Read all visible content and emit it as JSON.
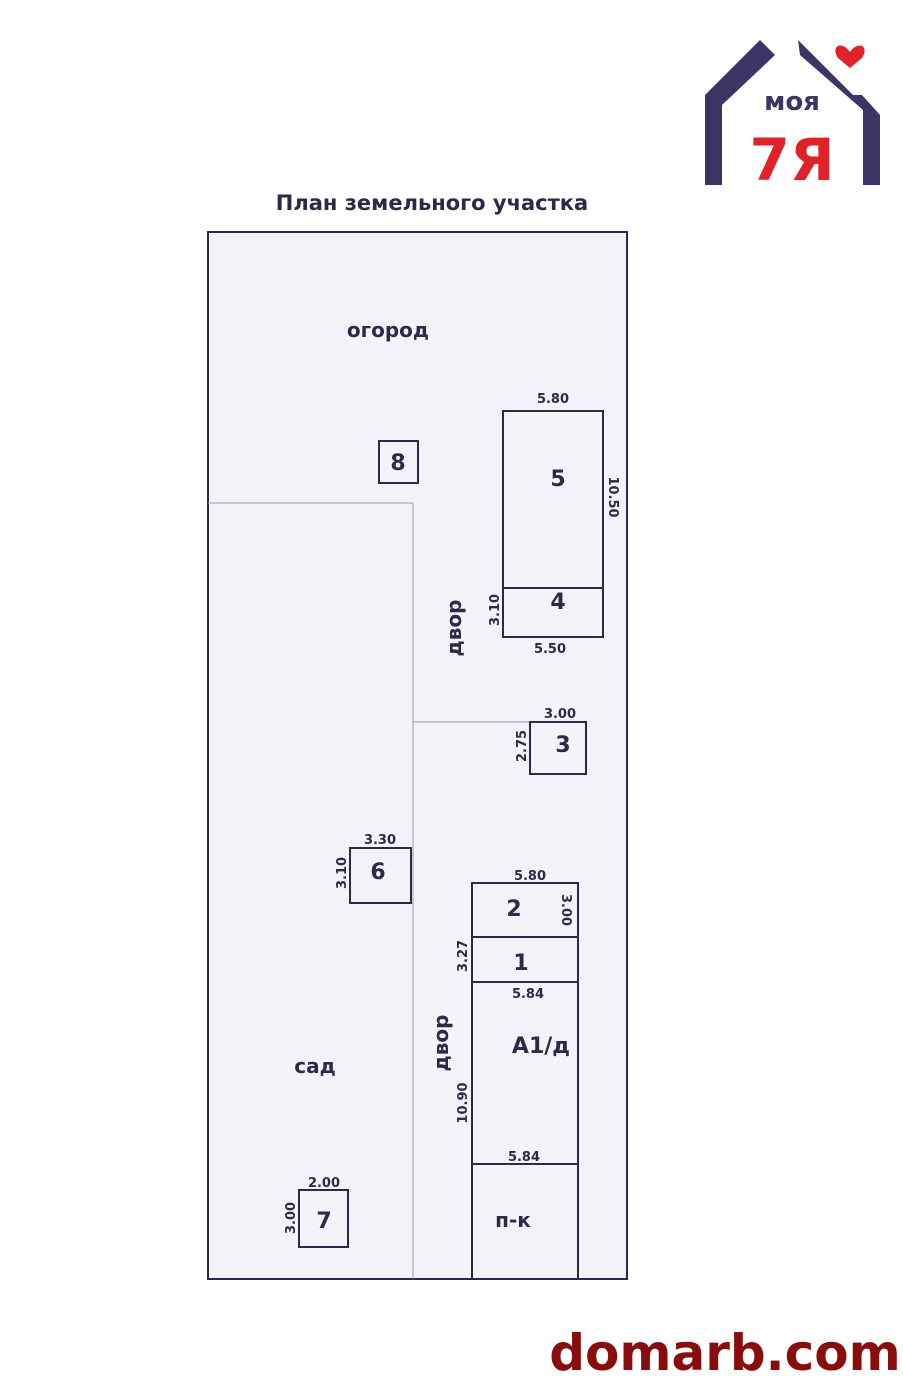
{
  "logo": {
    "text_top": "моя",
    "text_bottom": "7Я",
    "colors": {
      "house": "#3b3566",
      "accent": "#e0232b"
    }
  },
  "title": "План земельного участка",
  "zones": {
    "garden_vegetable": "огород",
    "orchard": "сад",
    "yard_upper": "двор",
    "yard_lower": "двор"
  },
  "buildings": {
    "b8": {
      "label": "8"
    },
    "b5": {
      "label": "5",
      "width": "5.80",
      "length": "10.50"
    },
    "b4": {
      "label": "4",
      "side": "3.10",
      "bottom": "5.50"
    },
    "b3": {
      "label": "3",
      "width": "3.00",
      "side": "2.75"
    },
    "b6": {
      "label": "6",
      "width": "3.30",
      "side": "3.10"
    },
    "b2": {
      "label": "2",
      "width": "5.80",
      "side": "3.00"
    },
    "b1": {
      "label": "1",
      "side": "3.27",
      "bottom": "5.84"
    },
    "a1": {
      "label": "А1/д",
      "side": "10.90",
      "bottom": "5.84"
    },
    "pk": {
      "label": "п-к"
    },
    "b7": {
      "label": "7",
      "width": "2.00",
      "side": "3.00"
    }
  },
  "watermark": "domarb.com",
  "colors": {
    "plot_bg": "#f4f3fa",
    "line": "#2c2a4a",
    "watermark": "#8a0d0d"
  }
}
